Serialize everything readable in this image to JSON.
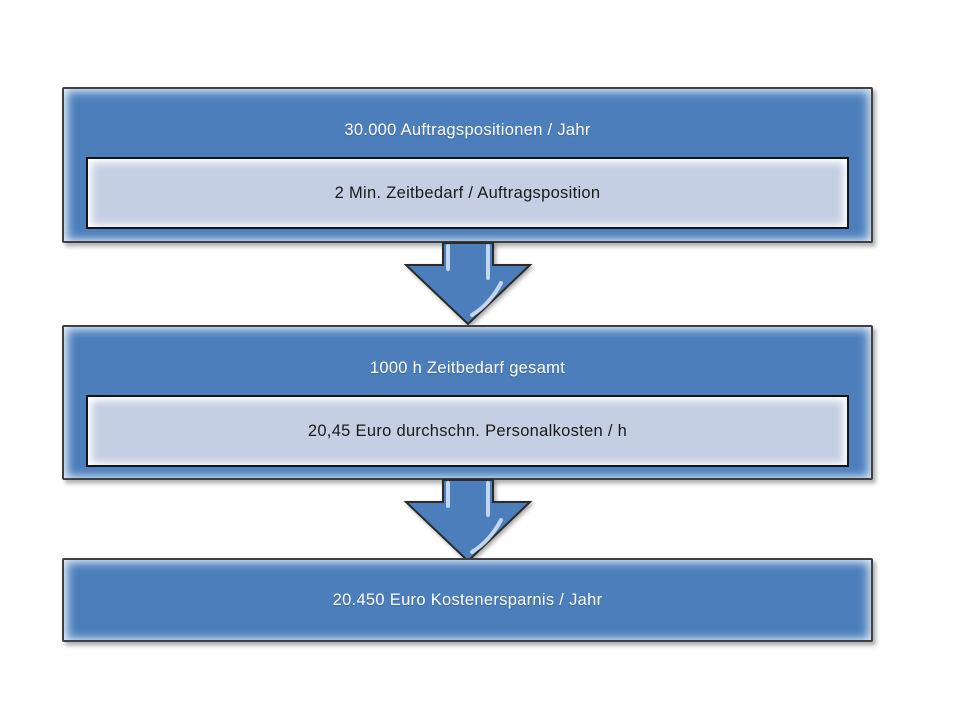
{
  "colors": {
    "box_fill": "#4C7EBC",
    "box_border": "#404040",
    "inner_fill": "#C5CFE3",
    "inner_border": "#141414",
    "title_text": "#FFFFFF",
    "inner_text": "#1A1A1A",
    "gloss_highlight": "#D6E6F8"
  },
  "diagram": {
    "type": "calculation-flow",
    "steps": [
      {
        "title": "30.000 Auftragspositionen / Jahr",
        "detail": "2 Min. Zeitbedarf / Auftragsposition"
      },
      {
        "title": "1000 h Zeitbedarf gesamt",
        "detail": "20,45 Euro durchschn. Personalkosten / h"
      },
      {
        "title": "20.450 Euro Kostenersparnis / Jahr"
      }
    ],
    "connectors": [
      {
        "icon": "down-arrow-icon"
      },
      {
        "icon": "down-arrow-icon"
      }
    ]
  }
}
